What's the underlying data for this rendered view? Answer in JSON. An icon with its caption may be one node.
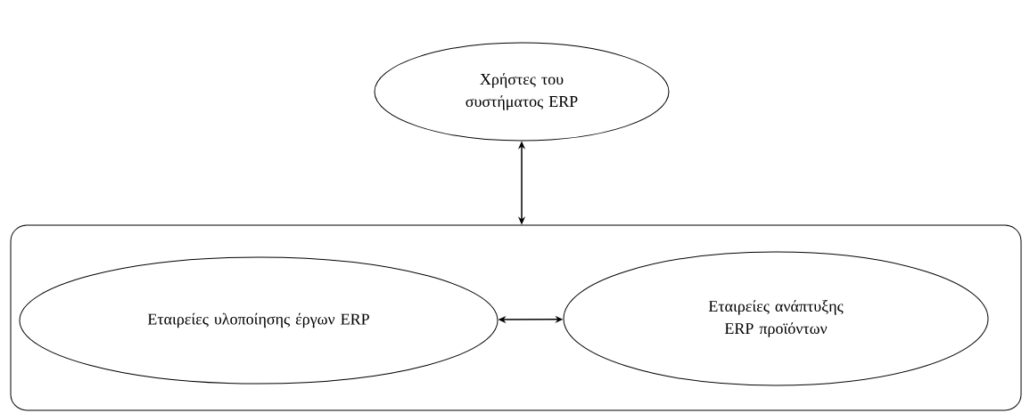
{
  "diagram": {
    "nodes": [
      {
        "text": [
          "Χρήστες του συστήματος ERP"
        ]
      },
      {
        "text": [],
        "shape": "box"
      },
      {
        "text": [
          "Εταιρείες υλοποίησης έργων ERP"
        ],
        "in": 1
      },
      {
        "text": [
          "Εταιρείες ανάπτυξης ERP προϊόντων"
        ],
        "in": 1
      }
    ],
    "edges": [
      {
        "from": 0,
        "to": 1,
        "arrow": "both"
      },
      {
        "from": 2,
        "to": 3,
        "arrow": "both"
      }
    ]
  }
}
